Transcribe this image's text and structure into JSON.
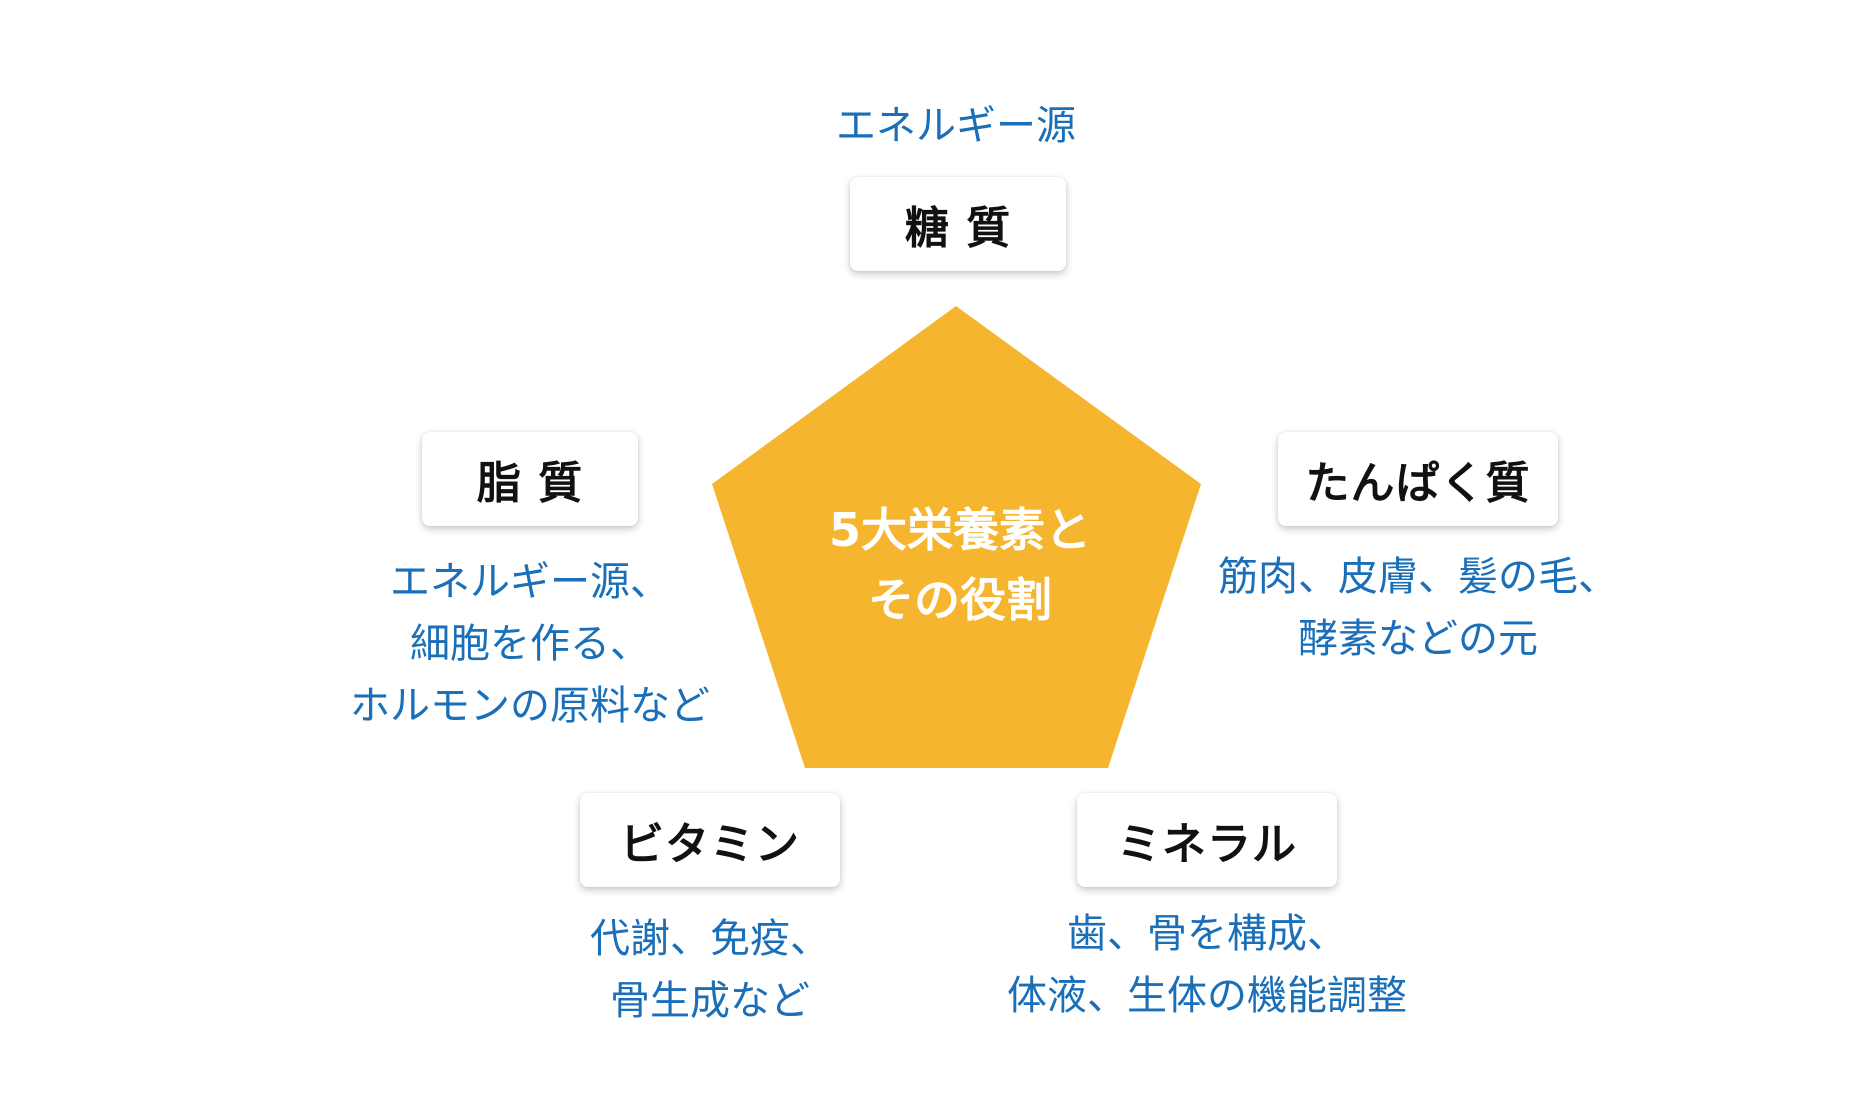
{
  "colors": {
    "pentagon_fill": "#F5B52E",
    "description_text": "#1A6FB8",
    "card_label_text": "#111111",
    "center_text": "#FFFFFF"
  },
  "center": {
    "line1": "5大栄養素と",
    "line2": "その役割"
  },
  "nutrients": {
    "carbohydrate": {
      "label": "糖 質",
      "description": [
        "エネルギー源"
      ]
    },
    "protein": {
      "label": "たんぱく質",
      "description": [
        "筋肉、皮膚、髪の毛、",
        "酵素などの元"
      ]
    },
    "mineral": {
      "label": "ミネラル",
      "description": [
        "歯、骨を構成、",
        "体液、生体の機能調整"
      ]
    },
    "vitamin": {
      "label": "ビタミン",
      "description": [
        "代謝、免疫、",
        "骨生成など"
      ]
    },
    "lipid": {
      "label": "脂 質",
      "description": [
        "エネルギー源、",
        "細胞を作る、",
        "ホルモンの原料など"
      ]
    }
  }
}
